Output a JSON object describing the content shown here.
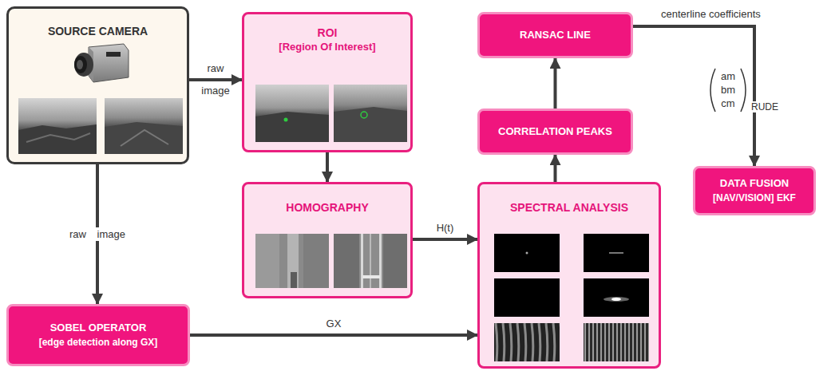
{
  "diagram": {
    "nodes": [
      {
        "text": [
          "SOURCE CAMERA"
        ]
      },
      {
        "text": [
          "ROI",
          "[Region Of Interest]"
        ]
      },
      {
        "text": [
          "HOMOGRAPHY"
        ]
      },
      {
        "text": [
          "RANSAC LINE"
        ]
      },
      {
        "text": [
          "CORRELATION PEAKS"
        ]
      },
      {
        "text": [
          "SPECTRAL ANALYSIS"
        ]
      },
      {
        "text": [
          "SOBEL OPERATOR",
          "[edge detection along GX]"
        ]
      },
      {
        "text": [
          "DATA FUSION",
          "[NAV/VISION] EKF"
        ]
      }
    ],
    "edges": [
      {
        "from": 0,
        "to": 1,
        "arrow": "to",
        "label": "raw image"
      },
      {
        "from": 0,
        "to": 6,
        "arrow": "to",
        "label": "raw image"
      },
      {
        "from": 1,
        "to": 2,
        "arrow": "to"
      },
      {
        "from": 2,
        "to": 5,
        "arrow": "to",
        "label": "H(t)"
      },
      {
        "from": 6,
        "to": 5,
        "arrow": "to",
        "label": "GX"
      },
      {
        "from": 5,
        "to": 4,
        "arrow": "to"
      },
      {
        "from": 4,
        "to": 3,
        "arrow": "to"
      },
      {
        "from": 3,
        "to": 7,
        "arrow": "to",
        "label": "centerline coefficients"
      }
    ],
    "labels": [
      "am",
      "bm",
      "cm",
      "RUDE"
    ]
  }
}
